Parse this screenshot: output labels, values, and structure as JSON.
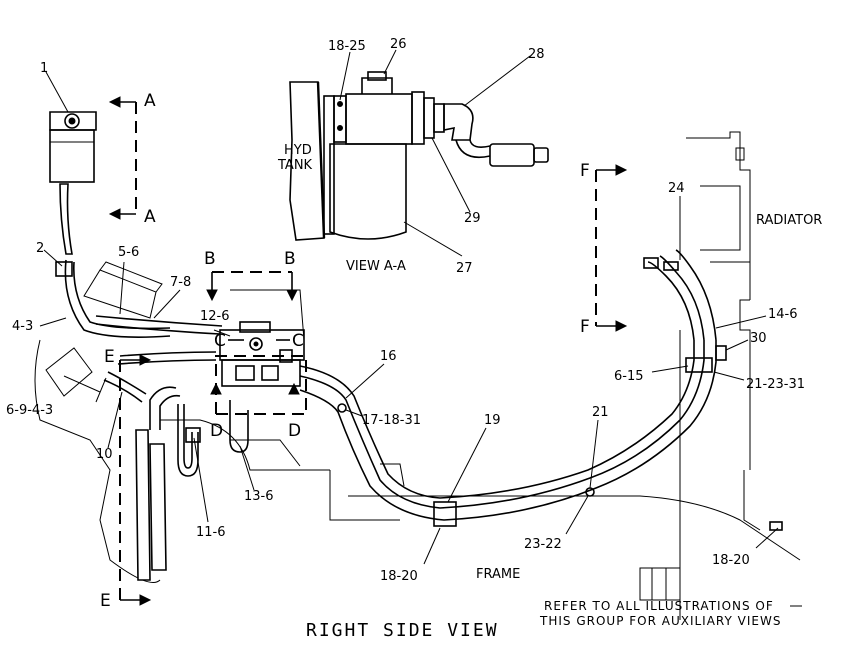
{
  "figure": {
    "title": "RIGHT SIDE VIEW",
    "note_line1": "REFER TO ALL ILLUSTRATIONS OF",
    "note_line2": "THIS GROUP FOR AUXILIARY VIEWS"
  },
  "inset": {
    "tank_label_line1": "HYD",
    "tank_label_line2": "TANK",
    "caption": "VIEW A-A"
  },
  "component_labels": {
    "radiator": "RADIATOR",
    "frame": "FRAME"
  },
  "section_marks": {
    "a_top": "A",
    "a_bottom": "A",
    "b_left": "B",
    "b_right": "B",
    "c_left": "C",
    "c_right": "C",
    "d_left": "D",
    "d_right": "D",
    "e_top": "E",
    "e_bottom": "E",
    "f_top": "F",
    "f_bottom": "F"
  },
  "callouts": {
    "c1": "1",
    "c2": "2",
    "c3": "4-3",
    "c4": "5-6",
    "c5": "7-8",
    "c6": "6-9-4-3",
    "c7": "10",
    "c8": "11-6",
    "c9": "12-6",
    "c10": "13-6",
    "c11": "16",
    "c12": "17-18-31",
    "c13": "19",
    "c14": "18-20",
    "c15": "21",
    "c16": "23-22",
    "c17": "14-6",
    "c18": "30",
    "c19": "6-15",
    "c20": "21-23-31",
    "c21": "24",
    "c22": "18-20",
    "c23": "18-25",
    "c24": "26",
    "c25": "28",
    "c26": "29",
    "c27": "27"
  },
  "icons": {
    "arrows": "section-arrow-icon"
  }
}
